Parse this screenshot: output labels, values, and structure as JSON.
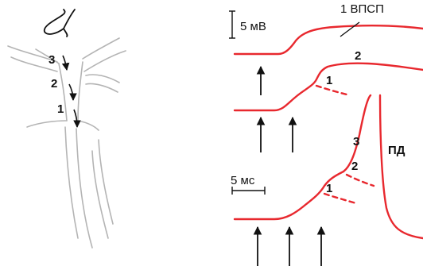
{
  "neuron_labels": {
    "n3": "3",
    "n2": "2",
    "n1": "1"
  },
  "scale": {
    "voltage": "5 мВ",
    "time": "5 мс"
  },
  "trace_labels": {
    "top_epsp": "1 ВПСП",
    "mid_2": "2",
    "mid_1": "1",
    "bot_3": "3",
    "bot_2": "2",
    "bot_1": "1",
    "ap": "ПД"
  },
  "colors": {
    "trace": "#e8282e",
    "ink": "#111111",
    "neuron_outline": "#b4b4b4"
  }
}
